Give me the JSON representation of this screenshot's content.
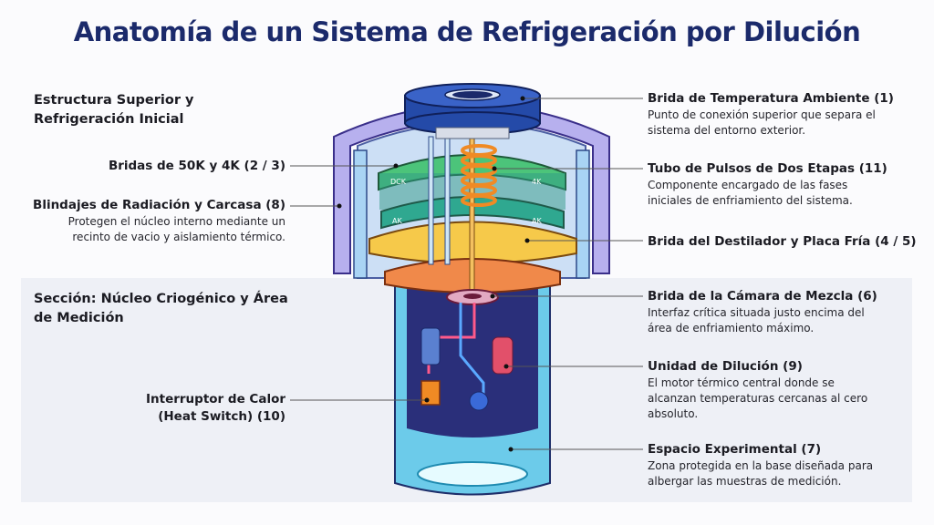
{
  "title": "Anatomía de un Sistema de Refrigeración por Dilución",
  "sections": {
    "upper": [
      "Estructura Superior y",
      "Refrigeración Inicial"
    ],
    "lower": [
      "Sección: Núcleo Criogénico y Área",
      "de Medición"
    ]
  },
  "left_labels": {
    "flanges": {
      "title": "Bridas de 50K y 4K (2 / 3)"
    },
    "shields": {
      "title": "Blindajes de Radiación y Carcasa (8)",
      "desc": [
        "Protegen el núcleo interno mediante un",
        "recinto de vacio y aislamiento térmico."
      ]
    },
    "heat_switch": {
      "title": [
        "Interruptor de Calor",
        "(Heat Switch) (10)"
      ]
    }
  },
  "right_labels": [
    {
      "title": "Brida de Temperatura Ambiente (1)",
      "desc": [
        "Punto de conexión superior que separa el",
        "sistema del entorno exterior."
      ]
    },
    {
      "title": "Tubo de Pulsos de Dos Etapas (11)",
      "desc": [
        "Componente encargado de las fases",
        "iniciales de enfriamiento del sistema."
      ]
    },
    {
      "title": "Brida del Destilador y Placa Fría (4 / 5)",
      "desc": []
    },
    {
      "title": "Brida de la Cámara de Mezcla (6)",
      "desc": [
        "Interfaz crítica situada justo encima del",
        "área de enfriamiento máximo."
      ]
    },
    {
      "title": "Unidad de Dilución (9)",
      "desc": [
        "El motor térmico central donde se",
        "alcanzan temperaturas cercanas al cero",
        "absoluto."
      ]
    },
    {
      "title": "Espacio Experimental (7)",
      "desc": [
        "Zona protegida en la base diseñada para",
        "albergar las muestras de medición."
      ]
    }
  ],
  "illustration_labels": [
    "DCK",
    "4K",
    "AK",
    "AK"
  ],
  "colors": {
    "title": "#1b2a6b",
    "panel": "#eef0f6",
    "top_flange": "#2f56b8",
    "green_flange": "#3cae6a",
    "plate": "#f5a623",
    "coil": "#f08a24",
    "core": "#2a2f7a",
    "experimental": "#38c6e8"
  }
}
